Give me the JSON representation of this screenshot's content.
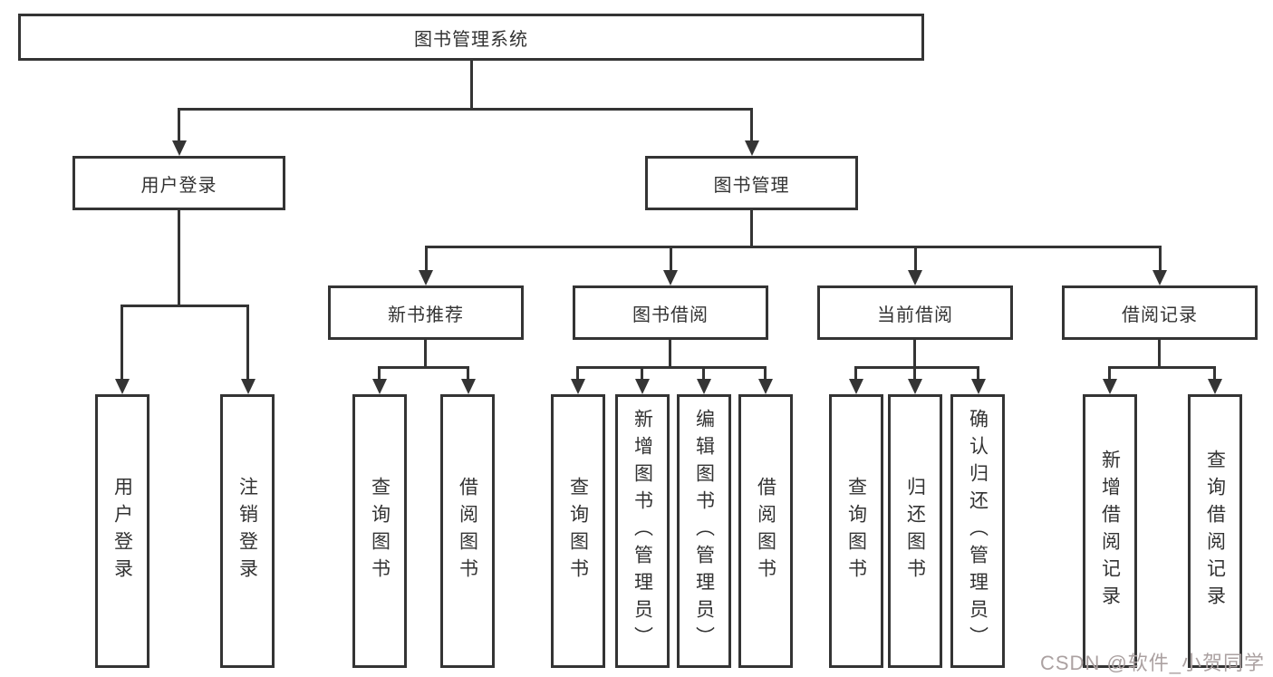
{
  "tree": {
    "label": "图书管理系统",
    "children": [
      {
        "label": "用户登录",
        "children": [
          {
            "label": "用户登录"
          },
          {
            "label": "注销登录"
          }
        ]
      },
      {
        "label": "图书管理",
        "children": [
          {
            "label": "新书推荐",
            "children": [
              {
                "label": "查询图书"
              },
              {
                "label": "借阅图书"
              }
            ]
          },
          {
            "label": "图书借阅",
            "children": [
              {
                "label": "查询图书"
              },
              {
                "label": "新增图书（管理员）"
              },
              {
                "label": "编辑图书（管理员）"
              },
              {
                "label": "借阅图书"
              }
            ]
          },
          {
            "label": "当前借阅",
            "children": [
              {
                "label": "查询图书"
              },
              {
                "label": "归还图书"
              },
              {
                "label": "确认归还（管理员）"
              }
            ]
          },
          {
            "label": "借阅记录",
            "children": [
              {
                "label": "新增借阅记录"
              },
              {
                "label": "查询借阅记录"
              }
            ]
          }
        ]
      }
    ]
  },
  "watermark": {
    "text": "CSDN @软件_小贺同学"
  },
  "colors": {
    "line": "#343434",
    "text": "#333333",
    "watermark": "#aba1a1",
    "background": "#ffffff"
  }
}
